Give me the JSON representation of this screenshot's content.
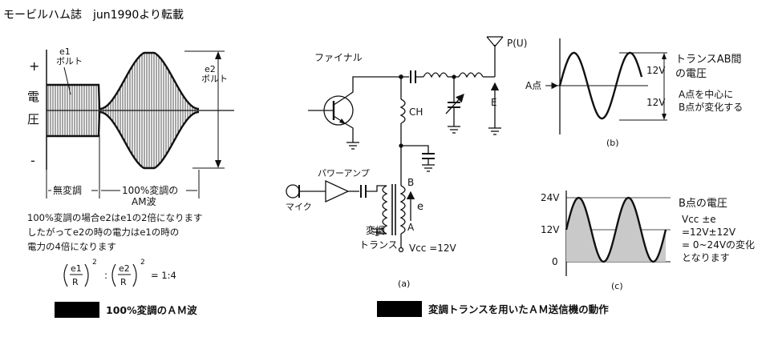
{
  "title": "モービルハム誌　jun1990より転載",
  "fig_left": {
    "plus": "+",
    "minus": "-",
    "voltage_v1": "電",
    "voltage_v2": "圧",
    "e1_a": "e1",
    "e1_b": "ボルト",
    "e2_a": "e2",
    "e2_b": "ボルト",
    "no_mod": "無変調",
    "am_a": "100%変調の",
    "am_b": "AM波",
    "note_1": "100%変調の場合e2はe1の2倍になります",
    "note_2": "したがってe2の時の電力はe1の時の",
    "note_3": "電力の4倍になります",
    "f_e1": "e1",
    "f_R1": "R",
    "f_e2": "e2",
    "f_R2": "R",
    "f_sq1": "2",
    "f_sq2": "2",
    "f_colon": ":",
    "f_result": "= 1:4",
    "caption": "100%変調のＡＭ波"
  },
  "fig_circuit": {
    "final": "ファイナル",
    "ch": "CH",
    "antenna": "P(U)",
    "e_label": "E",
    "amp": "パワーアンプ",
    "mic": "マイク",
    "b": "B",
    "e": "e",
    "a": "A",
    "trans_1": "変調",
    "trans_2": "トランス",
    "vcc": "Vcc =12V",
    "sub_a": "(a)",
    "caption": "変調トランスを用いたＡＭ送信機の動作"
  },
  "fig_b": {
    "title_1": "トランスAB間",
    "title_2": "の電圧",
    "a_point": "A点",
    "v_top": "12V",
    "v_bottom": "12V",
    "note_1": "A点を中心に",
    "note_2": "B点が変化する",
    "sub": "(b)"
  },
  "fig_c": {
    "title": "B点の電圧",
    "y_top": "24V",
    "y_mid": "12V",
    "y_zero": "0",
    "note_1": "Vcc ±e",
    "note_2": "=12V±12V",
    "note_3": "= 0~24Vの変化",
    "note_4": "となります",
    "sub": "(c)"
  }
}
